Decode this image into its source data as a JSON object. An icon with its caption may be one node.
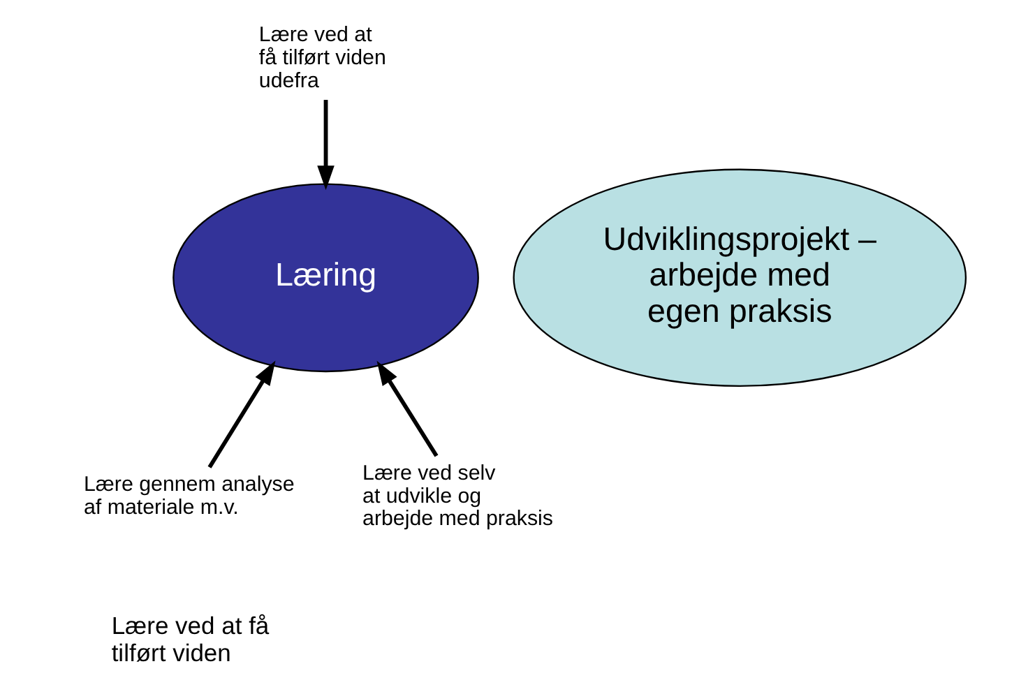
{
  "diagram": {
    "nodes": [
      {
        "text": [
          "Læring"
        ]
      },
      {
        "text": [
          "Udviklingsprojekt – arbejde med egen praksis"
        ]
      },
      {
        "text": [
          "Lære ved at få tilført viden udefra"
        ]
      },
      {
        "text": [
          "Lære gennem analyse af materiale m.v."
        ]
      },
      {
        "text": [
          "Lære ved selv at udvikle og arbejde med praksis"
        ]
      }
    ],
    "edges": [
      {
        "from": 2,
        "to": 0,
        "arrow": "to"
      },
      {
        "from": 3,
        "to": 0,
        "arrow": "to"
      },
      {
        "from": 4,
        "to": 0,
        "arrow": "to"
      }
    ],
    "labels": [
      "Lære ved at få tilført viden"
    ]
  }
}
